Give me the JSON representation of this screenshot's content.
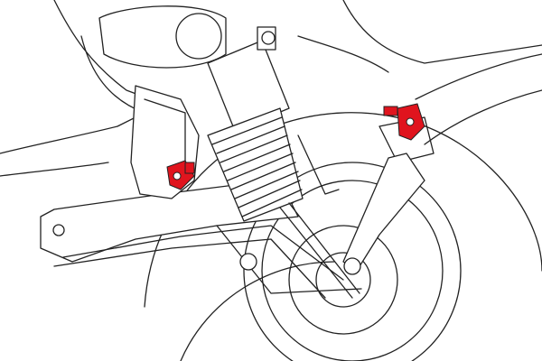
{
  "diagram": {
    "subject": "suspension-line-drawing",
    "colors": {
      "line": "#222222",
      "highlight": "#e0141e",
      "background": "#ffffff"
    },
    "highlighted_parts": [
      "left-mount-bolt",
      "right-mount-bolt"
    ]
  }
}
